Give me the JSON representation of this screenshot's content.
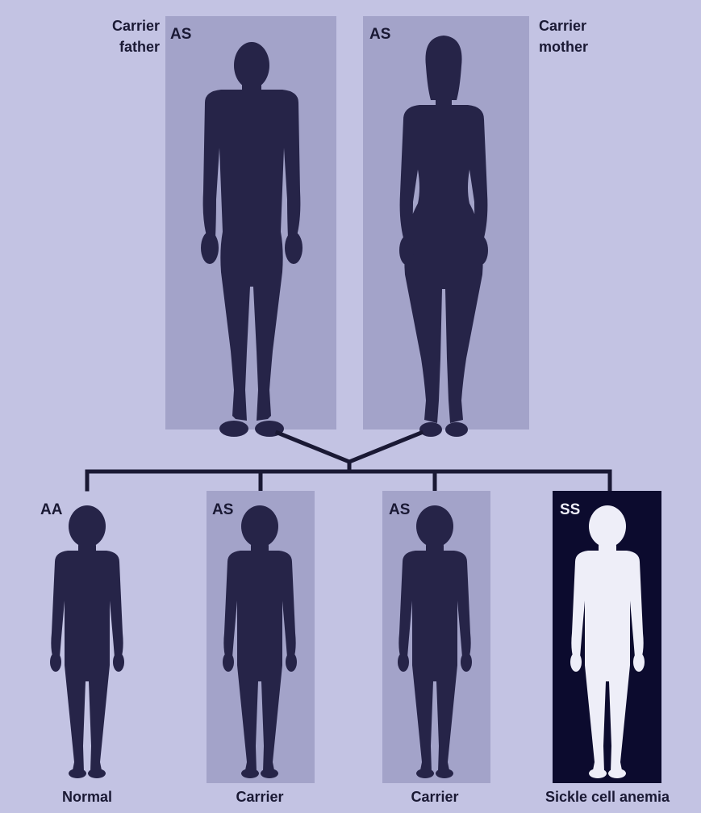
{
  "colors": {
    "background": "#c3c3e3",
    "carrier_panel": "#a3a3c9",
    "silhouette": "#262448",
    "affected_panel": "#0c0b2e",
    "affected_silhouette": "#eeeef8",
    "line": "#1a1934"
  },
  "parents": {
    "father": {
      "caption_line1": "Carrier",
      "caption_line2": "father",
      "genotype": "AS",
      "icon": "adult-male-silhouette"
    },
    "mother": {
      "caption_line1": "Carrier",
      "caption_line2": "mother",
      "genotype": "AS",
      "icon": "adult-female-silhouette"
    }
  },
  "children": [
    {
      "genotype": "AA",
      "label": "Normal",
      "status": "normal"
    },
    {
      "genotype": "AS",
      "label": "Carrier",
      "status": "carrier"
    },
    {
      "genotype": "AS",
      "label": "Carrier",
      "status": "carrier"
    },
    {
      "genotype": "SS",
      "label": "Sickle cell anemia",
      "status": "affected"
    }
  ]
}
